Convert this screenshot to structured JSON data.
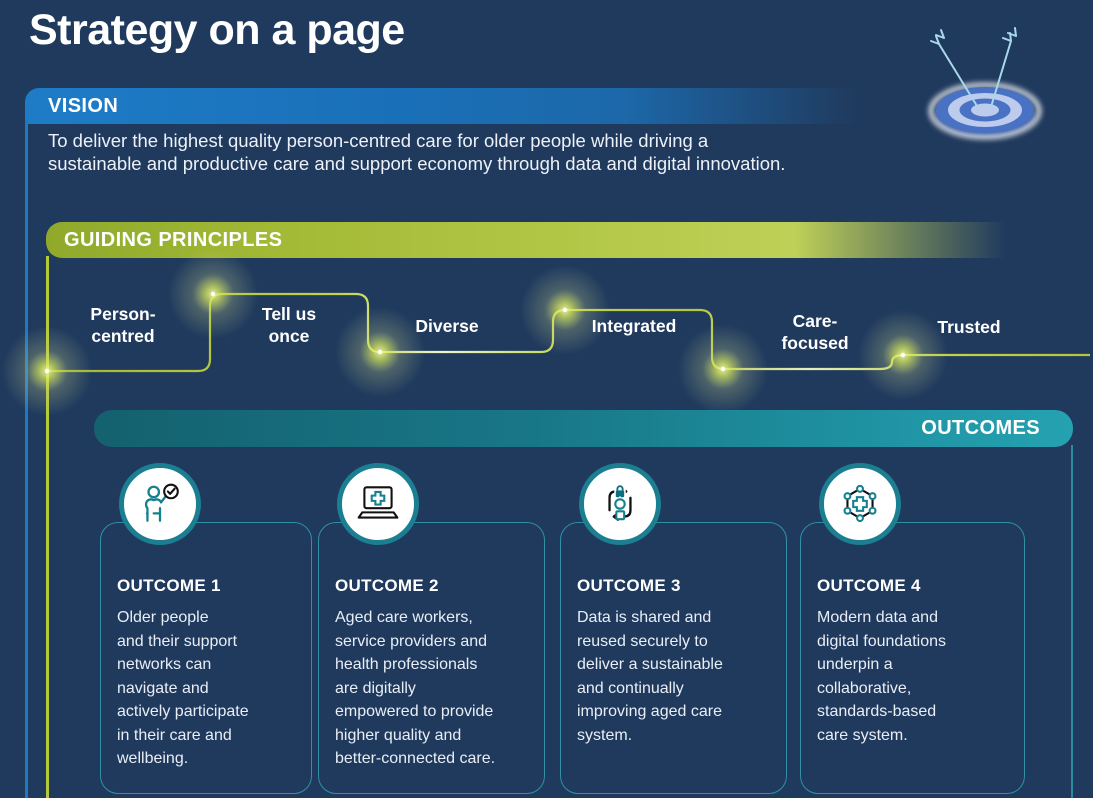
{
  "page": {
    "title": "Strategy on a page"
  },
  "hero": {
    "icon": "dartboard-arrows-icon"
  },
  "vision": {
    "label": "VISION",
    "text": "To deliver the highest quality person-centred care for older people while driving a\nsustainable and productive care and support economy through data and digital innovation."
  },
  "guiding_principles": {
    "label": "GUIDING PRINCIPLES",
    "items": [
      "Person-\ncentred",
      "Tell us\nonce",
      "Diverse",
      "Integrated",
      "Care-\nfocused",
      "Trusted"
    ]
  },
  "outcomes": {
    "label": "OUTCOMES",
    "cards": [
      {
        "heading": "OUTCOME 1",
        "icon": "person-check-icon",
        "text": "Older people\nand their support\nnetworks can\nnavigate and\nactively participate\nin their care and\nwellbeing."
      },
      {
        "heading": "OUTCOME 2",
        "icon": "laptop-medical-cross-icon",
        "text": "Aged care workers,\nservice providers and\nhealth professionals\nare digitally\nempowered to provide\nhigher quality and\nbetter-connected care."
      },
      {
        "heading": "OUTCOME 3",
        "icon": "secure-data-cycle-icon",
        "text": "Data is shared and\nreused securely to\ndeliver a sustainable\nand continually\nimproving aged care\nsystem."
      },
      {
        "heading": "OUTCOME 4",
        "icon": "network-cross-icon",
        "text": "Modern data and\ndigital foundations\nunderpin a\ncollaborative,\nstandards-based\ncare system."
      }
    ]
  },
  "colors": {
    "background_navy": "#203a5e",
    "vision_blue": "#1b79c5",
    "principles_green": "#a9c23d",
    "outcomes_teal": "#1f93a3",
    "path_yellow_green": "#bccf40",
    "icon_teal": "#17808f",
    "text_white": "#ffffff"
  }
}
